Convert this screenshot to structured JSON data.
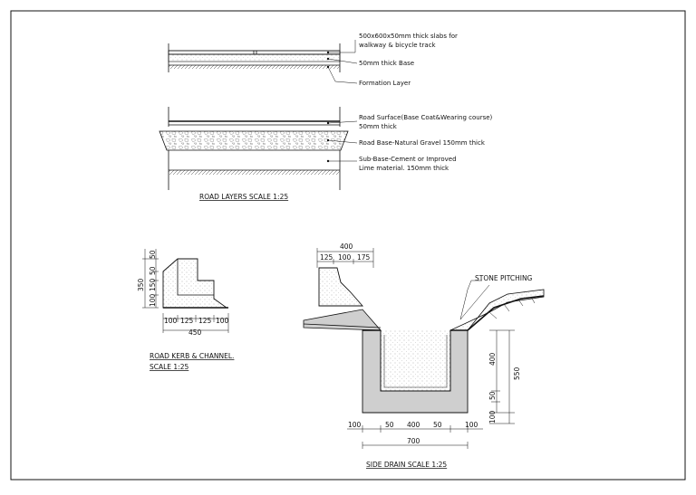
{
  "road_layers": {
    "title": "ROAD LAYERS SCALE 1:25",
    "labels": [
      "500x600x50mm thick slabs for",
      "walkway & bicycle track",
      "50mm thick Base",
      "Formation Layer",
      "Road Surface(Base Coat&Wearing course)",
      "50mm thick",
      "Road Base-Natural Gravel 150mm thick",
      "Sub-Base-Cement or Improved",
      "Lime material. 150mm thick"
    ]
  },
  "kerb": {
    "title_line1": "ROAD KERB & CHANNEL.",
    "title_line2": "SCALE 1:25",
    "dims_vertical": [
      "50",
      "350",
      "50",
      "150",
      "100"
    ],
    "dims_bottom": [
      "100",
      "125",
      "125",
      "100"
    ],
    "dim_total": "450"
  },
  "drain": {
    "title": "SIDE DRAIN SCALE 1:25",
    "top_total": "400",
    "top_parts": [
      "125",
      "100",
      "175"
    ],
    "stone_label": "STONE PITCHING",
    "right_dims": [
      "400",
      "50",
      "100"
    ],
    "right_total": "550",
    "bottom_parts": [
      "100",
      "50",
      "400",
      "50",
      "100"
    ],
    "bottom_total": "700"
  },
  "colors": {
    "line": "#111111",
    "fill_grey": "#cfcfcf",
    "background": "#ffffff"
  }
}
